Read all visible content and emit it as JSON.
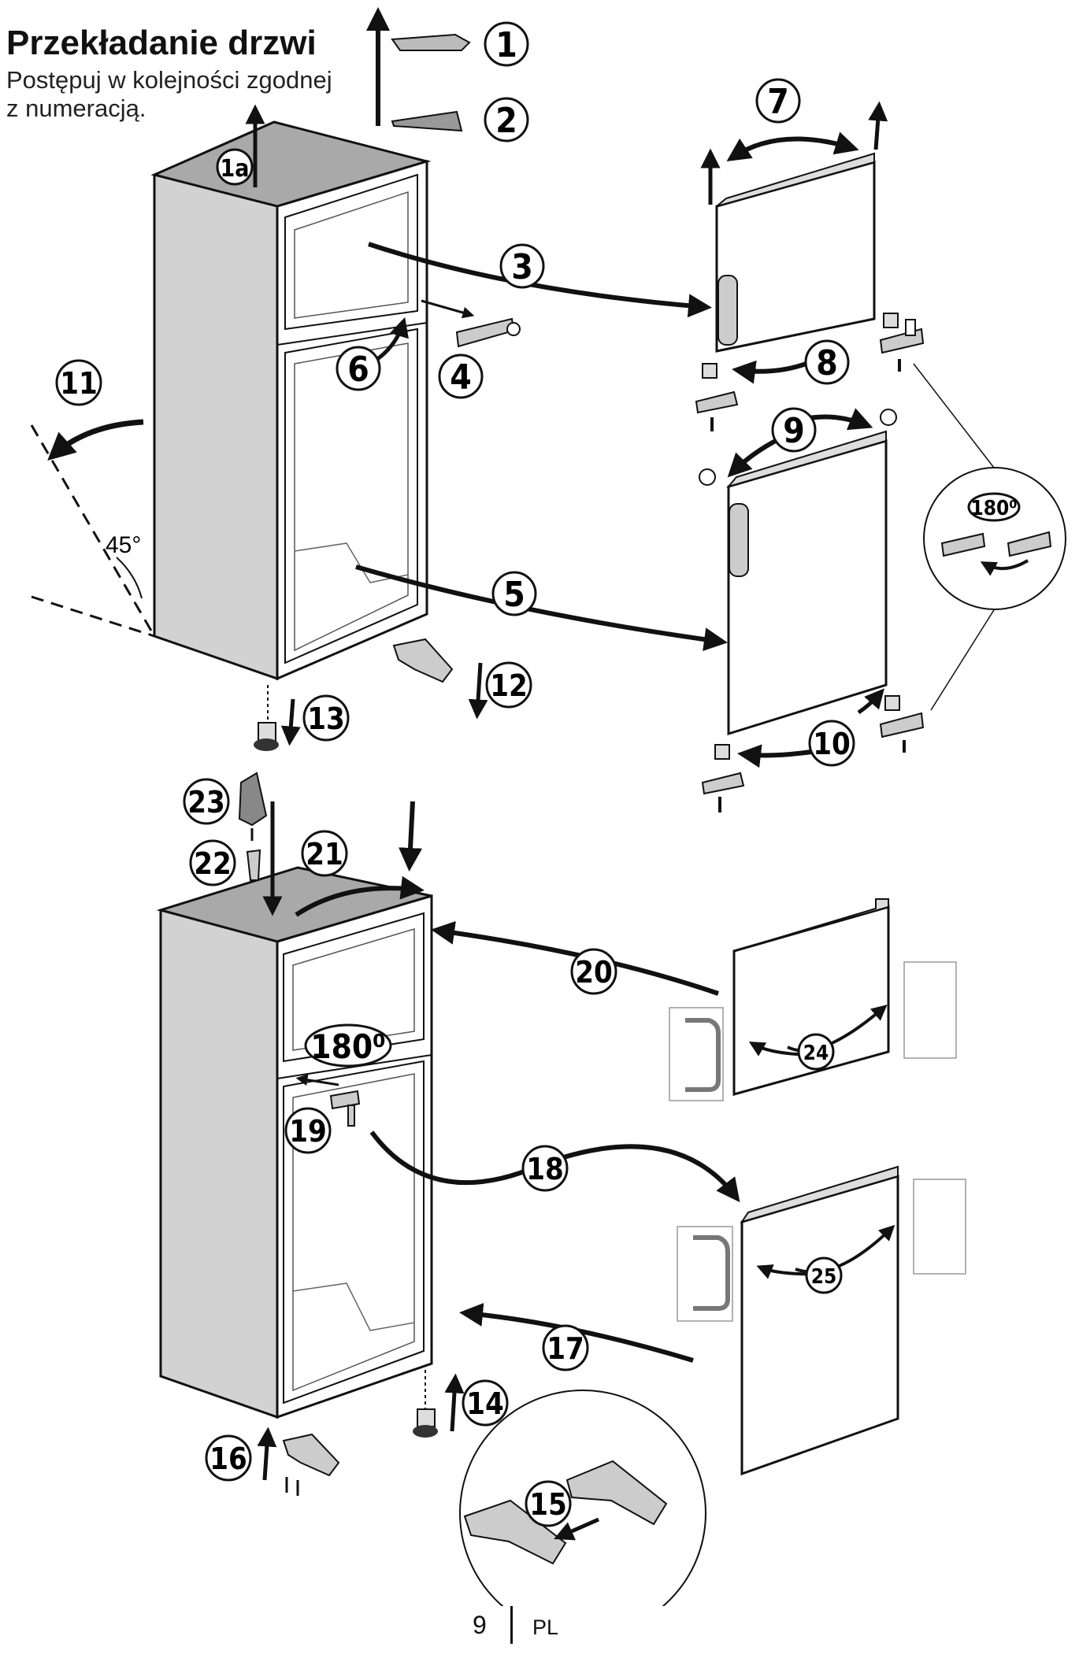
{
  "header": {
    "title": "Przekładanie drzwi",
    "subtitle_line1": "Postępuj w kolejności zgodnej",
    "subtitle_line2": "z numeracją."
  },
  "steps": {
    "s1": "1",
    "s1a": "1a",
    "s2": "2",
    "s3": "3",
    "s4": "4",
    "s5": "5",
    "s6": "6",
    "s7": "7",
    "s8": "8",
    "s9": "9",
    "s10": "10",
    "s11": "11",
    "s12": "12",
    "s13": "13",
    "s14": "14",
    "s15": "15",
    "s16": "16",
    "s17": "17",
    "s18": "18",
    "s19": "19",
    "s20": "20",
    "s21": "21",
    "s22": "22",
    "s23": "23",
    "s24": "24",
    "s25": "25"
  },
  "labels": {
    "angle": "45°",
    "rotate_detail": "180⁰",
    "rotate_main": "180⁰"
  },
  "footer": {
    "page_number": "9",
    "language": "PL"
  },
  "colors": {
    "cabinet_side": "#d2d2d2",
    "cabinet_top": "#a9a9a9",
    "line": "#111111"
  }
}
